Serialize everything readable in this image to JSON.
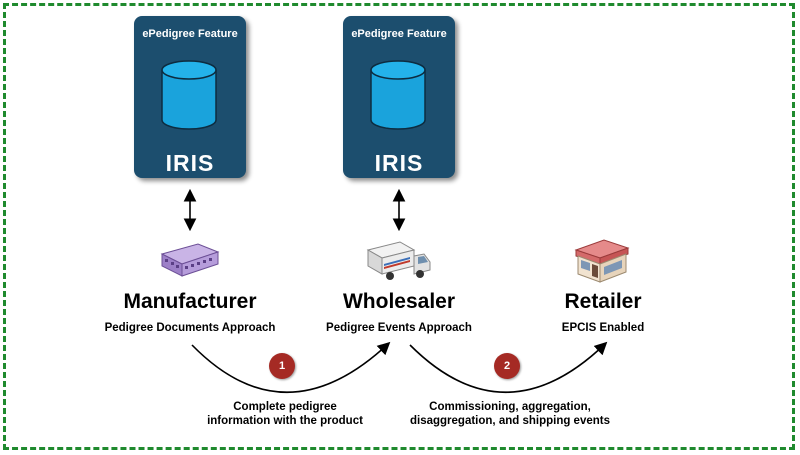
{
  "boxes": [
    {
      "feature": "ePedigree Feature",
      "name": "IRIS",
      "cylinder_icon": "database-icon"
    },
    {
      "feature": "ePedigree Feature",
      "name": "IRIS",
      "cylinder_icon": "database-icon"
    }
  ],
  "actors": [
    {
      "name": "Manufacturer",
      "approach": "Pedigree Documents Approach",
      "icon": "factory-icon"
    },
    {
      "name": "Wholesaler",
      "approach": "Pedigree Events Approach",
      "icon": "truck-icon"
    },
    {
      "name": "Retailer",
      "approach": "EPCIS Enabled",
      "icon": "store-icon"
    }
  ],
  "steps": [
    {
      "number": "1",
      "line1": "Complete pedigree",
      "line2": "information with the product"
    },
    {
      "number": "2",
      "line1": "Commissioning, aggregation,",
      "line2": "disaggregation, and shipping events"
    }
  ],
  "colors": {
    "border": "#1f8a2e",
    "box": "#1c4e6e",
    "cylinder": "#1aa3dc",
    "badge": "#a52a24"
  }
}
